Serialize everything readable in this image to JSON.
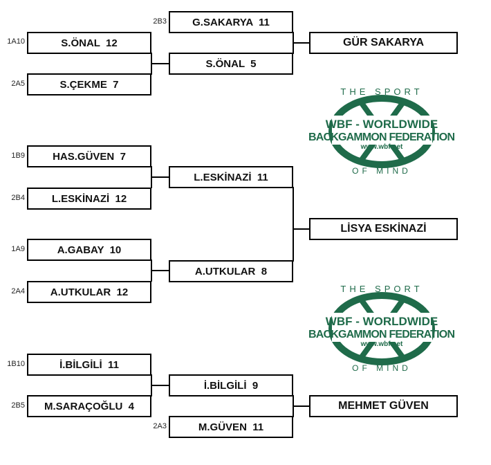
{
  "round1": [
    {
      "code": "1A10",
      "label": "S.ÖNAL  12"
    },
    {
      "code": "2A5",
      "label": "S.ÇEKME  7"
    },
    {
      "code": "1B9",
      "label": "HAS.GÜVEN  7"
    },
    {
      "code": "2B4",
      "label": "L.ESKİNAZİ  12"
    },
    {
      "code": "1A9",
      "label": "A.GABAY  10"
    },
    {
      "code": "2A4",
      "label": "A.UTKULAR  12"
    },
    {
      "code": "1B10",
      "label": "İ.BİLGİLİ  11"
    },
    {
      "code": "2B5",
      "label": "M.SARAÇOĞLU  4"
    }
  ],
  "round2": [
    {
      "code": "2B3",
      "label": "G.SAKARYA  11"
    },
    {
      "label": "S.ÖNAL  5"
    },
    {
      "label": "L.ESKİNAZİ  11"
    },
    {
      "label": "A.UTKULAR  8"
    },
    {
      "label": "İ.BİLGİLİ  9"
    },
    {
      "code": "2A3",
      "label": "M.GÜVEN  11"
    }
  ],
  "finals": [
    "GÜR SAKARYA",
    "LİSYA ESKİNAZİ",
    "MEHMET GÜVEN"
  ],
  "logo": {
    "top": "THE SPORT",
    "line1": "WBF - WORLDWIDE",
    "line2": "BACKGAMMON FEDERATION",
    "url": "www.wbf.net",
    "bottom": "OF MIND",
    "color": "#1f6b4a"
  }
}
